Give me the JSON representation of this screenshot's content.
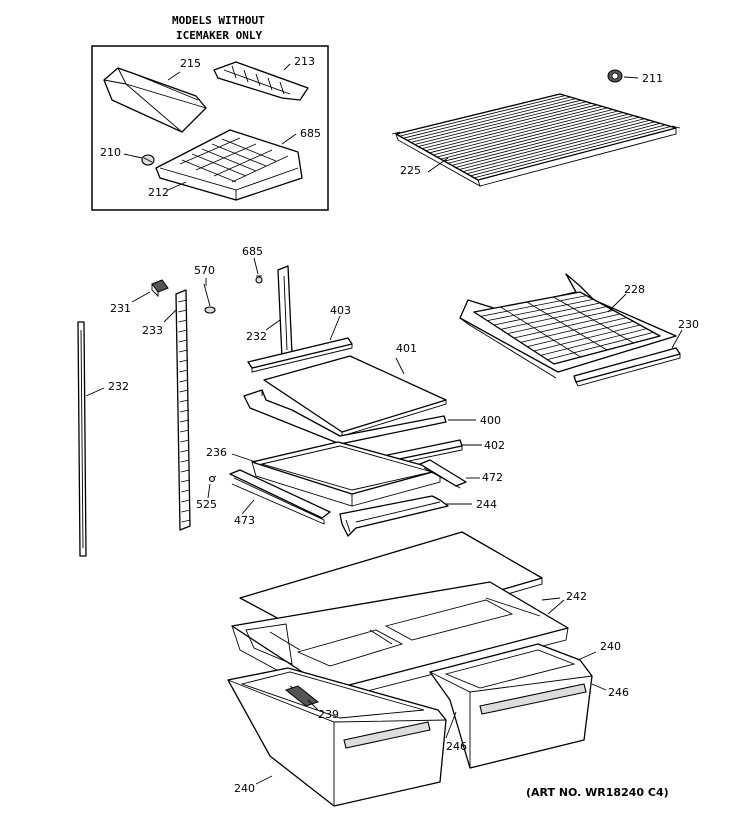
{
  "header": {
    "line1": "MODELS WITHOUT",
    "line2": "ICEMAKER ONLY"
  },
  "art_number": "(ART NO. WR18240 C4)",
  "callouts": {
    "c215": "215",
    "c213": "213",
    "c685a": "685",
    "c210": "210",
    "c212": "212",
    "c211": "211",
    "c225": "225",
    "c685b": "685",
    "c570": "570",
    "c231": "231",
    "c233": "233",
    "c232a": "232",
    "c232b": "232",
    "c403": "403",
    "c401": "401",
    "c228": "228",
    "c230": "230",
    "c400": "400",
    "c402": "402",
    "c236": "236",
    "c472": "472",
    "c525": "525",
    "c244": "244",
    "c473": "473",
    "c242": "242",
    "c240a": "240",
    "c246a": "246",
    "c239": "239",
    "c246b": "246",
    "c240b": "240"
  }
}
